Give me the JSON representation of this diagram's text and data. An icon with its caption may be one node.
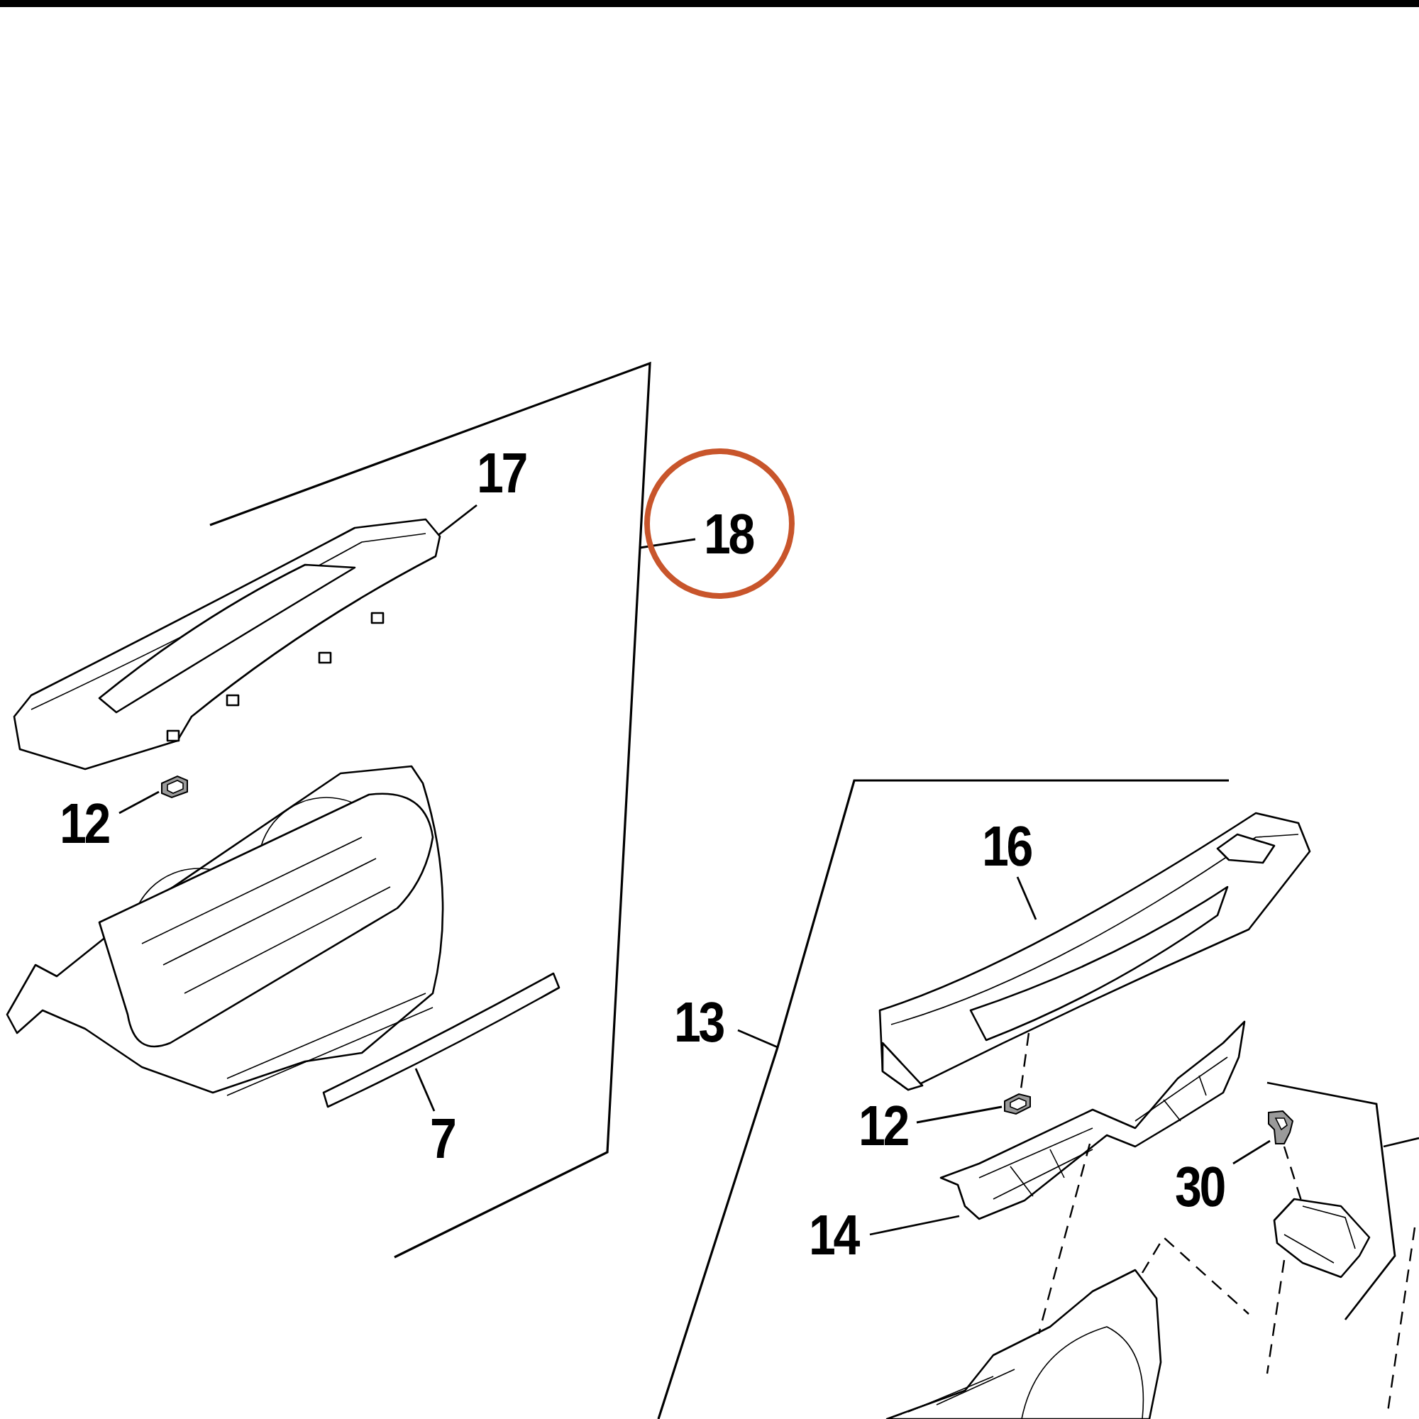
{
  "diagram": {
    "nodes": [
      {
        "text": [
          "18"
        ]
      },
      {
        "text": [],
        "shape": "bracket"
      },
      {
        "text": [
          "17"
        ],
        "in": 1
      },
      {
        "text": [],
        "shape": "picture",
        "in": 1
      },
      {
        "text": [
          "12"
        ],
        "in": 1
      },
      {
        "text": [],
        "shape": "picture",
        "in": 1
      },
      {
        "text": [
          "7"
        ],
        "in": 1
      },
      {
        "text": [],
        "shape": "picture",
        "in": 1
      },
      {
        "text": [
          "13"
        ],
        "in": 9
      },
      {
        "text": [],
        "shape": "bracket"
      },
      {
        "text": [
          "16"
        ],
        "in": 9
      },
      {
        "text": [],
        "shape": "picture",
        "in": 9
      },
      {
        "text": [
          "12"
        ],
        "in": 9
      },
      {
        "text": [],
        "shape": "picture",
        "in": 9
      },
      {
        "text": [
          "14"
        ],
        "in": 9
      },
      {
        "text": [],
        "shape": "picture",
        "in": 9
      },
      {
        "text": [
          "30"
        ],
        "in": 9
      },
      {
        "text": [],
        "shape": "picture",
        "in": 9
      },
      {
        "text": [],
        "shape": "picture"
      },
      {
        "text": [],
        "shape": "picture",
        "in": 9
      }
    ],
    "edges": [
      {
        "from": 0,
        "to": 1,
        "arrow": "none"
      },
      {
        "from": 2,
        "to": 3,
        "arrow": "none"
      },
      {
        "from": 4,
        "to": 5,
        "arrow": "none"
      },
      {
        "from": 6,
        "to": 7,
        "arrow": "none"
      },
      {
        "from": 8,
        "to": 9,
        "arrow": "none"
      },
      {
        "from": 10,
        "to": 11,
        "arrow": "none"
      },
      {
        "from": 12,
        "to": 13,
        "arrow": "none"
      },
      {
        "from": 14,
        "to": 15,
        "arrow": "none"
      },
      {
        "from": 16,
        "to": 17,
        "arrow": "none"
      },
      {
        "from": 11,
        "to": 13,
        "arrow": "none",
        "style": "dashed"
      },
      {
        "from": 17,
        "to": 18,
        "arrow": "none",
        "style": "dashed"
      },
      {
        "from": 15,
        "to": 19,
        "arrow": "none",
        "style": "dashed"
      },
      {
        "from": 18,
        "to": null,
        "arrow": "none",
        "style": "dashed"
      },
      {
        "from": 19,
        "to": null,
        "arrow": "none",
        "style": "dashed"
      }
    ]
  }
}
